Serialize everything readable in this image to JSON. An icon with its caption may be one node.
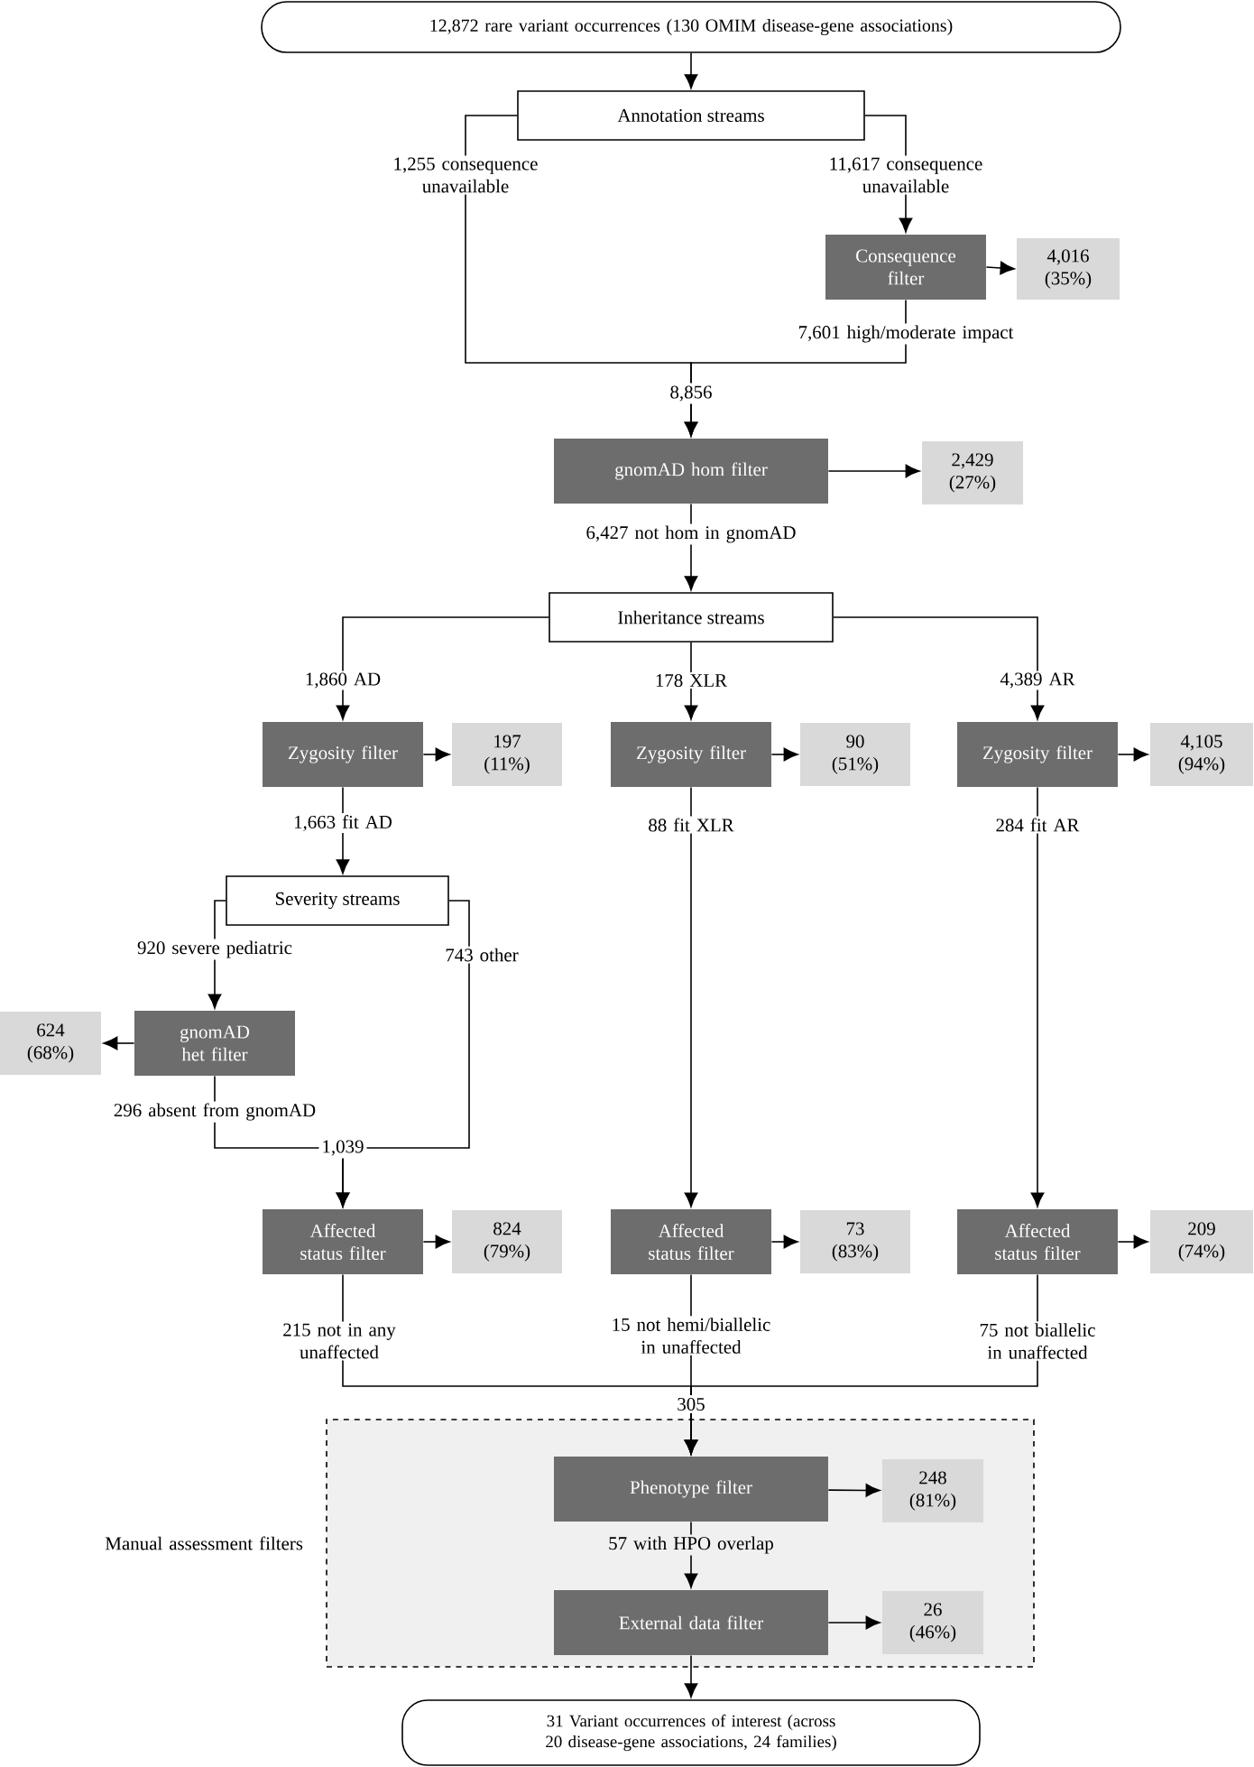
{
  "diagram": {
    "nodes": [
      {
        "text": [
          "12,872 rare variant occurrences (130 OMIM disease-gene associations)"
        ]
      },
      {
        "text": [
          "Annotation streams"
        ]
      },
      {
        "text": [
          "Consequence filter"
        ]
      },
      {
        "text": [
          "4,016 (35%)"
        ]
      },
      {
        "text": [
          "gnomAD hom filter"
        ]
      },
      {
        "text": [
          "2,429 (27%)"
        ]
      },
      {
        "text": [
          "Inheritance streams"
        ]
      },
      {
        "text": [
          "Zygosity filter"
        ]
      },
      {
        "text": [
          "197 (11%)"
        ]
      },
      {
        "text": [
          "Zygosity filter"
        ]
      },
      {
        "text": [
          "90 (51%)"
        ]
      },
      {
        "text": [
          "Zygosity filter"
        ]
      },
      {
        "text": [
          "4,105 (94%)"
        ]
      },
      {
        "text": [
          "Severity streams"
        ]
      },
      {
        "text": [
          "gnomAD het filter"
        ]
      },
      {
        "text": [
          "624 (68%)"
        ]
      },
      {
        "text": [
          "Affected status filter"
        ]
      },
      {
        "text": [
          "824 (79%)"
        ]
      },
      {
        "text": [
          "Affected status filter"
        ]
      },
      {
        "text": [
          "73 (83%)"
        ]
      },
      {
        "text": [
          "Affected status filter"
        ]
      },
      {
        "text": [
          "209 (74%)"
        ]
      },
      {
        "text": [
          "Manual assessment filters"
        ]
      },
      {
        "text": [
          "Phenotype filter"
        ],
        "in": 22
      },
      {
        "text": [
          "248 (81%)"
        ],
        "in": 22
      },
      {
        "text": [
          "External data filter"
        ],
        "in": 22
      },
      {
        "text": [
          "26 (46%)"
        ],
        "in": 22
      },
      {
        "text": [
          "31 Variant occurrences of interest (across 20 disease-gene associations, 24 families)"
        ]
      }
    ],
    "edges": [
      {
        "from": 0,
        "to": 1,
        "arrow": "to"
      },
      {
        "from": 1,
        "to": 4,
        "arrow": "to",
        "label": "1,255 consequence unavailable"
      },
      {
        "from": 1,
        "to": 2,
        "arrow": "to",
        "label": "11,617 consequence unavailable"
      },
      {
        "from": 2,
        "to": 3,
        "arrow": "to"
      },
      {
        "from": 2,
        "to": 4,
        "arrow": "to",
        "label": "7,601 high/moderate impact"
      },
      {
        "from": 4,
        "to": 5,
        "arrow": "to"
      },
      {
        "from": 4,
        "to": 6,
        "arrow": "to",
        "label": "6,427 not hom in gnomAD"
      },
      {
        "from": 6,
        "to": 7,
        "arrow": "to",
        "label": "1,860 AD"
      },
      {
        "from": 6,
        "to": 9,
        "arrow": "to",
        "label": "178 XLR"
      },
      {
        "from": 6,
        "to": 11,
        "arrow": "to",
        "label": "4,389 AR"
      },
      {
        "from": 7,
        "to": 8,
        "arrow": "to"
      },
      {
        "from": 9,
        "to": 10,
        "arrow": "to"
      },
      {
        "from": 11,
        "to": 12,
        "arrow": "to"
      },
      {
        "from": 7,
        "to": 13,
        "arrow": "to",
        "label": "1,663 fit AD"
      },
      {
        "from": 13,
        "to": 14,
        "arrow": "to",
        "label": "920 severe pediatric"
      },
      {
        "from": 14,
        "to": 15,
        "arrow": "to"
      },
      {
        "from": 13,
        "to": 16,
        "arrow": "to",
        "label": "743 other"
      },
      {
        "from": 14,
        "to": 16,
        "arrow": "to",
        "label": "296 absent from gnomAD"
      },
      {
        "from": 9,
        "to": 18,
        "arrow": "to",
        "label": "88 fit XLR"
      },
      {
        "from": 11,
        "to": 20,
        "arrow": "to",
        "label": "284 fit AR"
      },
      {
        "from": 16,
        "to": 17,
        "arrow": "to"
      },
      {
        "from": 18,
        "to": 19,
        "arrow": "to"
      },
      {
        "from": 20,
        "to": 21,
        "arrow": "to"
      },
      {
        "from": 16,
        "to": 23,
        "arrow": "to",
        "label": "215 not in any unaffected"
      },
      {
        "from": 18,
        "to": 23,
        "arrow": "to",
        "label": "15 not hemi/biallelic in unaffected"
      },
      {
        "from": 20,
        "to": 23,
        "arrow": "to",
        "label": "75 not biallelic in unaffected"
      },
      {
        "from": 23,
        "to": 24,
        "arrow": "to"
      },
      {
        "from": 23,
        "to": 25,
        "arrow": "to",
        "label": "57 with HPO overlap"
      },
      {
        "from": 25,
        "to": 26,
        "arrow": "to"
      },
      {
        "from": 25,
        "to": 27,
        "arrow": "to"
      }
    ],
    "labels": [
      "8,856",
      "1,039",
      "305"
    ]
  }
}
